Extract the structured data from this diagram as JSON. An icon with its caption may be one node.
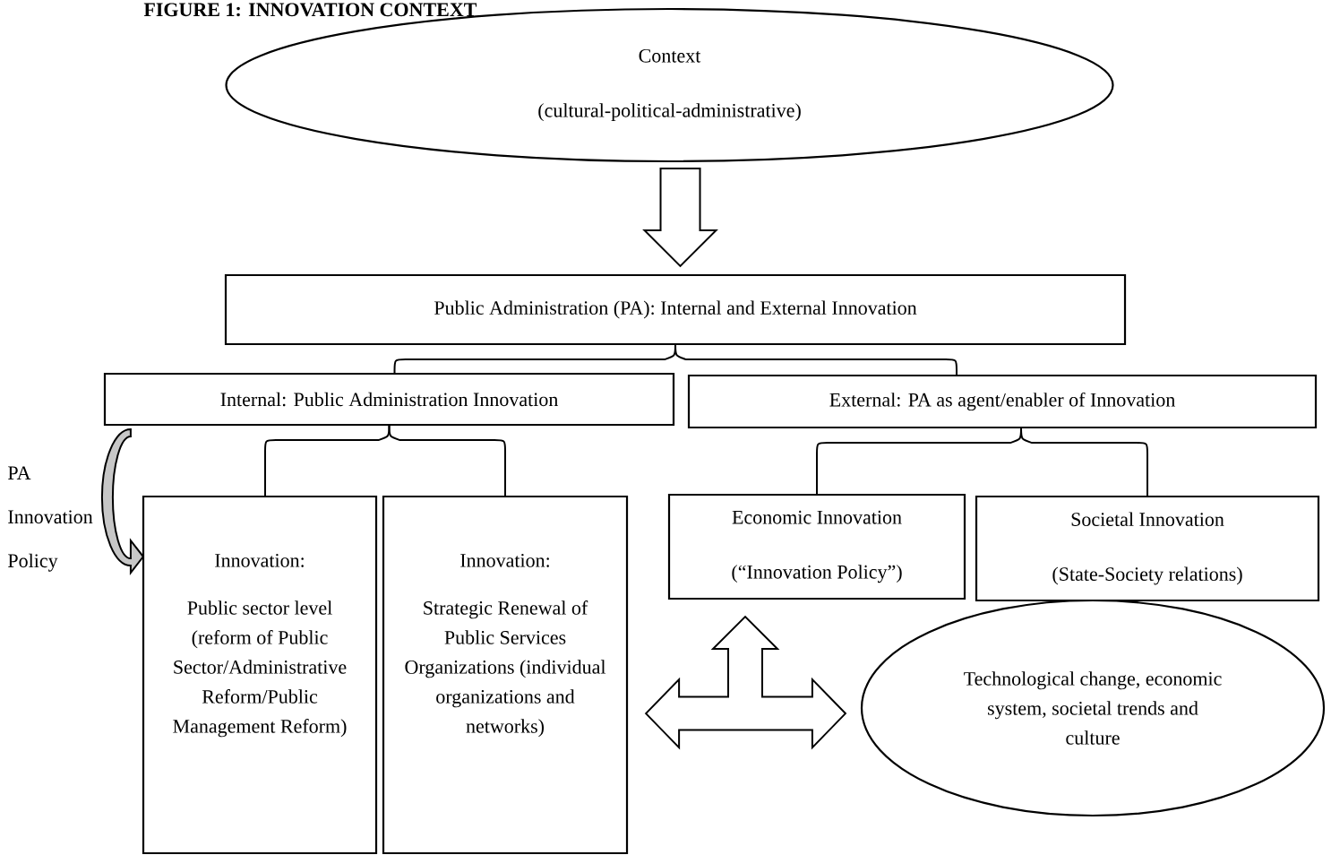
{
  "diagram": {
    "title": "FIGURE 1: INNOVATION CONTEXT",
    "nodes": [
      {
        "text": [
          "Context",
          "(cultural-political-administrative)"
        ]
      },
      {
        "text": [
          "Public Administration (PA): Internal and External Innovation"
        ]
      },
      {
        "text": [
          "Internal: Public Administration Innovation"
        ]
      },
      {
        "text": [
          "External: PA as agent/enabler of Innovation"
        ]
      },
      {
        "text": [
          "Innovation:",
          "Public sector level (reform of Public Sector/Administrative Reform/Public Management Reform)"
        ]
      },
      {
        "text": [
          "Innovation:",
          "Strategic Renewal of Public Services Organizations (individual organizations and networks)"
        ]
      },
      {
        "text": [
          "Economic Innovation",
          "(“Innovation Policy”)"
        ]
      },
      {
        "text": [
          "Societal Innovation",
          "(State-Society relations)"
        ]
      },
      {
        "text": [
          "Technological change, economic system, societal trends and culture"
        ]
      }
    ],
    "edges": [
      {
        "from": 0,
        "to": 1,
        "arrow": "to"
      },
      {
        "from": 1,
        "to": 2,
        "arrow": "none"
      },
      {
        "from": 1,
        "to": 3,
        "arrow": "none"
      },
      {
        "from": 2,
        "to": 4,
        "arrow": "none"
      },
      {
        "from": 2,
        "to": 5,
        "arrow": "none"
      },
      {
        "from": 3,
        "to": 6,
        "arrow": "none"
      },
      {
        "from": 3,
        "to": 7,
        "arrow": "none"
      },
      {
        "from": 2,
        "to": 4,
        "arrow": "to",
        "label": "PA Innovation Policy"
      },
      {
        "from": 5,
        "to": 8,
        "arrow": "both"
      },
      {
        "from": null,
        "to": 6,
        "arrow": "to"
      }
    ]
  }
}
